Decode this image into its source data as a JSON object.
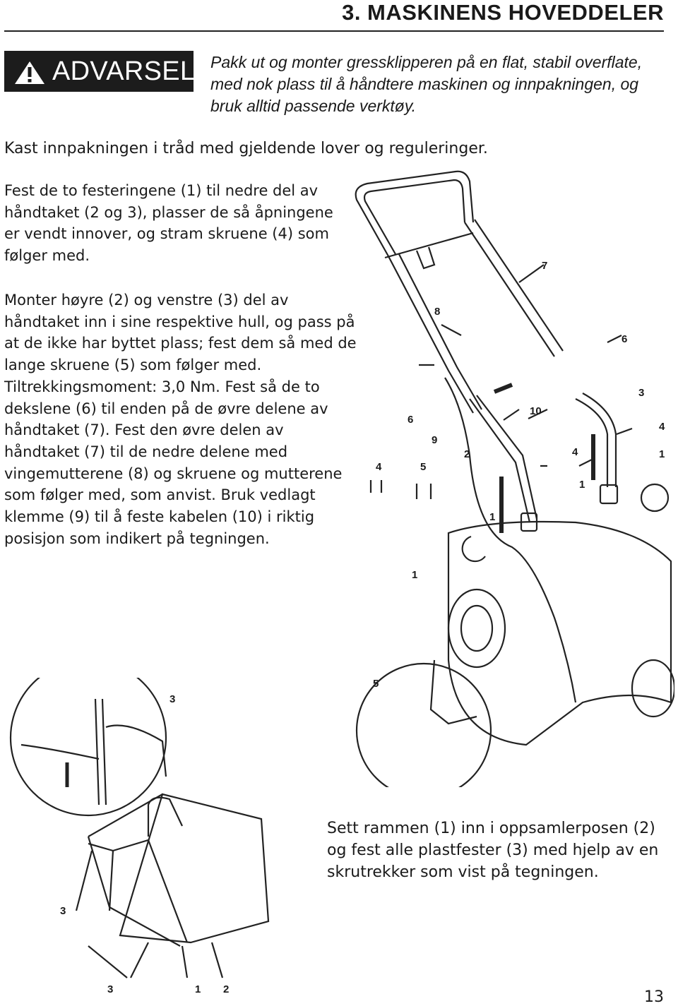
{
  "header": {
    "section_title": "3. MASKINENS HOVEDDELER"
  },
  "warning": {
    "label": "ADVARSEL",
    "icon": "warning-triangle-icon",
    "text": "Pakk ut og monter gressklipperen på en flat, stabil overflate, med nok plass til å håndtere maskinen og innpakningen, og bruk alltid passende verktøy."
  },
  "paragraphs": {
    "disposal": "Kast innpakningen i tråd med gjeldende lover og reguleringer.",
    "rings": "Fest de to festeringene (1) til nedre del av håndtaket (2 og 3), plasser de så åpningene er vendt innover, og stram skruene (4) som følger med.",
    "handle": "Monter høyre (2) og venstre (3) del av håndtaket inn i sine respektive hull, og pass på at de ikke har byttet plass; fest dem så med de lange skruene (5) som følger med. Tiltrekkingsmoment: 3,0 Nm. Fest så de to dekslene (6) til enden på de øvre delene av håndtaket (7). Fest den øvre delen av håndtaket (7) til de nedre delene med vingemutterene (8) og skruene og mutterene som følger med, som anvist. Bruk vedlagt klemme (9) til å feste kabelen (10) i riktig posisjon som indikert på tegningen.",
    "bag": "Sett rammen (1) inn i oppsamlerposen (2) og fest  alle plastfester (3) med hjelp av en skrutrekker som vist på tegningen."
  },
  "callouts": {
    "mower": {
      "n7": "7",
      "n8": "8",
      "n6a": "6",
      "n6b": "6",
      "n3": "3",
      "n10": "10",
      "n4a": "4",
      "n4b": "4",
      "n4c": "4",
      "n9": "9",
      "n2": "2",
      "n1a": "1",
      "n1b": "1",
      "n1c": "1",
      "n1d": "1",
      "n5a": "5",
      "n5b": "5"
    },
    "bag": {
      "n3a": "3",
      "n3b": "3",
      "n3c": "3",
      "n1": "1",
      "n2": "2"
    }
  },
  "footer": {
    "page_number": "13"
  }
}
